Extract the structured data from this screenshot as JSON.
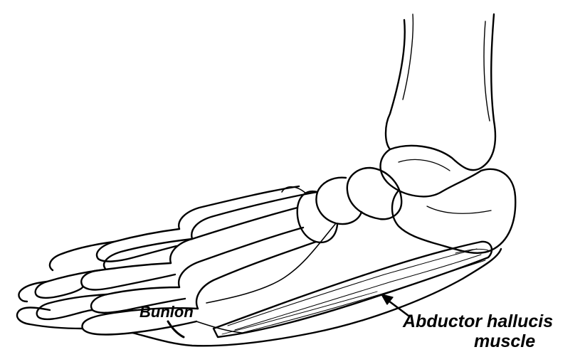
{
  "figure": {
    "labels": {
      "bunion": "Bunion",
      "abductor_line1": "Abductor hallucis",
      "abductor_line2": "muscle"
    }
  },
  "colors": {
    "ink": "#000000",
    "background": "#ffffff"
  }
}
